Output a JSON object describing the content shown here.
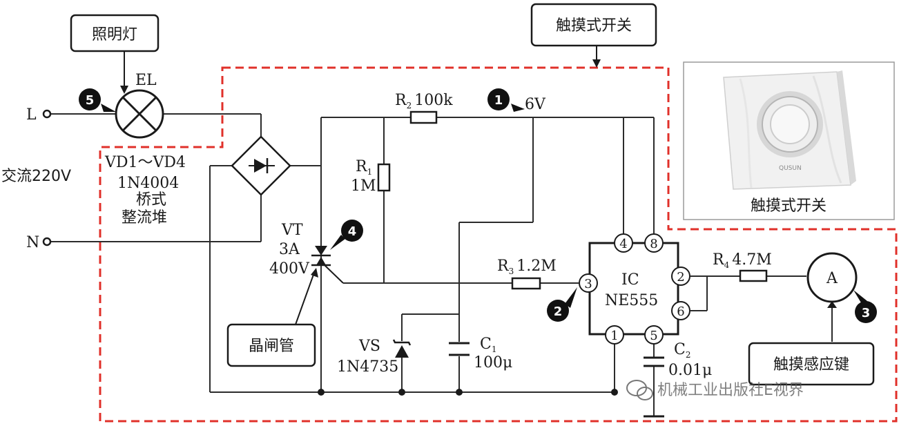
{
  "labels": {
    "lamp_box": "照明灯",
    "touch_switch_box": "触摸式开关",
    "touch_key_box": "触摸感应键",
    "thyristor_box": "晶闸管",
    "photo_caption": "触摸式开关",
    "ac_source": "交流220V",
    "terminal_L": "L",
    "terminal_N": "N",
    "lamp_ref": "EL",
    "bridge_ref": "VD1～VD4",
    "bridge_part": "1N4004",
    "bridge_desc_1": "桥式",
    "bridge_desc_2": "整流堆",
    "r2_ref": "R",
    "r2_sub": "2",
    "r2_val": "100k",
    "r1_ref": "R",
    "r1_sub": "1",
    "r1_val": "1M",
    "r3_ref": "R",
    "r3_sub": "3",
    "r3_val": "1.2M",
    "r4_ref": "R",
    "r4_sub": "4",
    "r4_val": "4.7M",
    "vt_ref": "VT",
    "vt_current": "3A",
    "vt_voltage": "400V",
    "vs_ref": "VS",
    "vs_part": "1N4735",
    "c1_ref": "C",
    "c1_sub": "1",
    "c1_val": "100μ",
    "c2_ref": "C",
    "c2_sub": "2",
    "c2_val": "0.01μ",
    "ic_ref": "IC",
    "ic_part": "NE555",
    "supply_voltage": "6V",
    "touch_key_symbol": "A",
    "photo_brand": "QUSUN",
    "watermark": "机械工业出版社E视界"
  },
  "ic_pins": [
    "4",
    "8",
    "3",
    "2",
    "6",
    "1",
    "5"
  ],
  "badges": [
    "1",
    "2",
    "3",
    "4",
    "5"
  ],
  "colors": {
    "dashed_outline": "#e0302a",
    "wire": "#2b2b2b",
    "badge_fill": "#111111"
  }
}
